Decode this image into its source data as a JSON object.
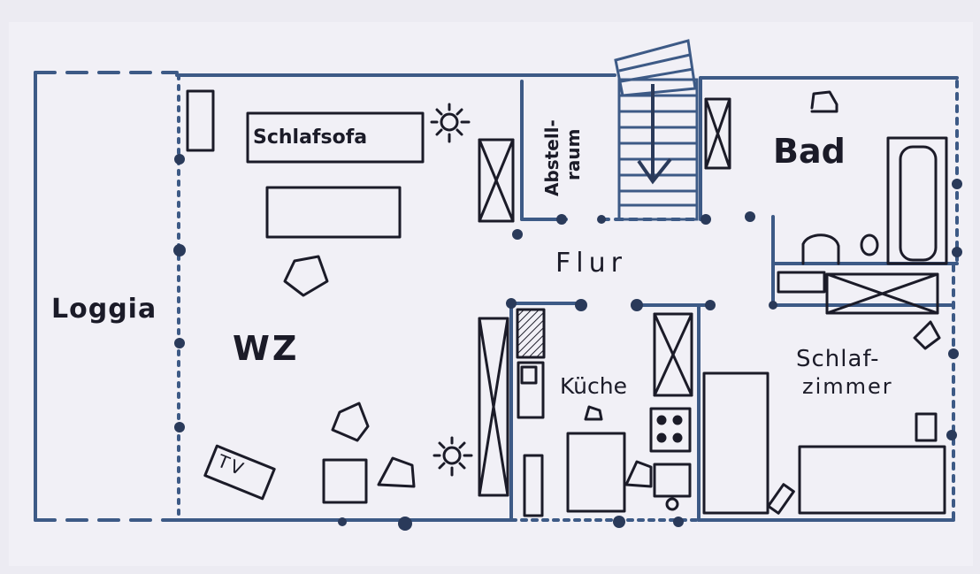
{
  "floorplan": {
    "rooms": {
      "loggia": "Loggia",
      "living": "WZ",
      "hall": "Flur",
      "kitchen": "Küche",
      "bath": "Bad",
      "bedroom_line1": "Schlaf-",
      "bedroom_line2": "zimmer",
      "storage_line1": "Abstell-",
      "storage_line2": "raum"
    },
    "furniture": {
      "sofa_bed": "Schlafsofa",
      "tv": "TV"
    },
    "colors": {
      "ink": "#1b1b28",
      "wall_blue": "#3d5a86",
      "paper": "#ecebf2"
    }
  }
}
